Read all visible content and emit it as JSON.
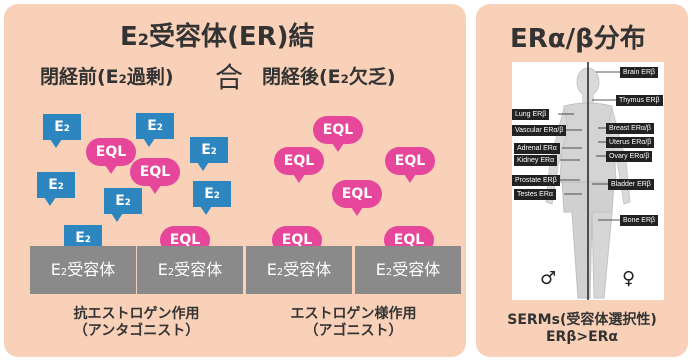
{
  "left_panel": {
    "title_main": "E",
    "title_sub": "2",
    "title_rest": "受容体(ER)結",
    "before_label": "閉経前(E",
    "before_sub": "2",
    "before_rest": "過剰)",
    "vs_symbol": "合",
    "after_label": "閉経後(E",
    "after_sub": "2",
    "after_rest": "欠乏)",
    "e2_bubble": "E",
    "e2_bubble_sub": "2",
    "eql_bubble": "EQL",
    "receptor_e": "E",
    "receptor_sub": "2",
    "receptor_label": "受容体",
    "caption_left_line1": "抗エストロゲン作用",
    "caption_left_line2": "（アンタゴニスト）",
    "caption_right_line1": "エストロゲン様作用",
    "caption_right_line2": "（アゴニスト）"
  },
  "right_panel": {
    "title": "ERα/β分布",
    "body_labels": [
      "Brain ERβ",
      "Thymus ERβ",
      "Lung ERβ",
      "Vascular ERα/β",
      "Breast ERα/β",
      "Adrenal ERα",
      "Uterus ERα/β",
      "Kidney ERα",
      "Ovary ERα/β",
      "Prostate ERβ",
      "Bladder ERβ",
      "Testes ERα",
      "Bone ERβ"
    ],
    "male_symbol": "♂",
    "female_symbol": "♀",
    "caption_line1": "SERMs(受容体選択性)",
    "caption_line2": "ERβ>ERα"
  },
  "colors": {
    "panel_bg": "#f9d1b8",
    "e2_blue": "#2e86c1",
    "eql_pink": "#e6479a",
    "receptor_gray": "#8a8a8a"
  }
}
